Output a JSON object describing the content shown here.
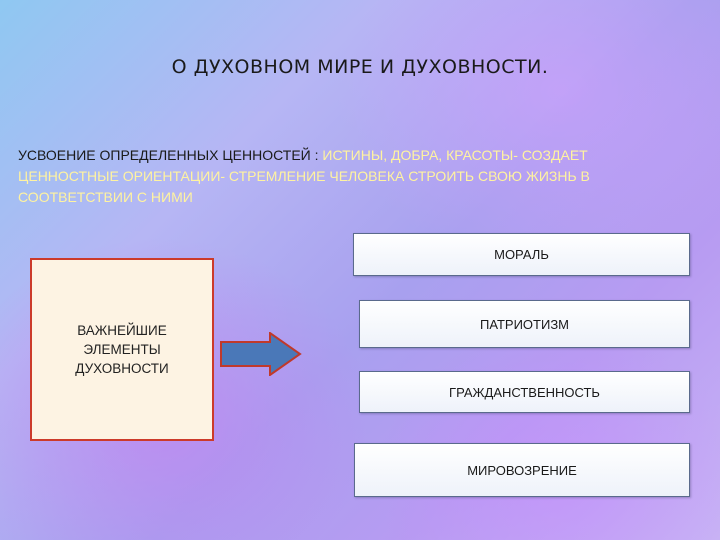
{
  "title": "О ДУХОВНОМ МИРЕ  И ДУХОВНОСТИ.",
  "intro": {
    "lead": "УСВОЕНИЕ ОПРЕДЕЛЕННЫХ ЦЕННОСТЕЙ : ",
    "highlight": "ИСТИНЫ, ДОБРА, КРАСОТЫ- СОЗДАЕТ ЦЕННОСТНЫЕ ОРИЕНТАЦИИ- СТРЕМЛЕНИЕ ЧЕЛОВЕКА СТРОИТЬ СВОЮ ЖИЗНЬ  В СООТВЕТСТВИИ С НИМИ"
  },
  "main_box": {
    "label": "ВАЖНЕЙШИЕ ЭЛЕМЕНТЫ ДУХОВНОСТИ"
  },
  "colors": {
    "arrow_fill": "#4a78b8",
    "arrow_stroke": "#c0392b",
    "box_border": "#cc3a2a",
    "highlight_text": "#fff3a0"
  },
  "items": [
    {
      "label": "МОРАЛЬ"
    },
    {
      "label": "ПАТРИОТИЗМ"
    },
    {
      "label": "ГРАЖДАНСТВЕННОСТЬ"
    },
    {
      "label": "МИРОВОЗРЕНИЕ"
    }
  ]
}
